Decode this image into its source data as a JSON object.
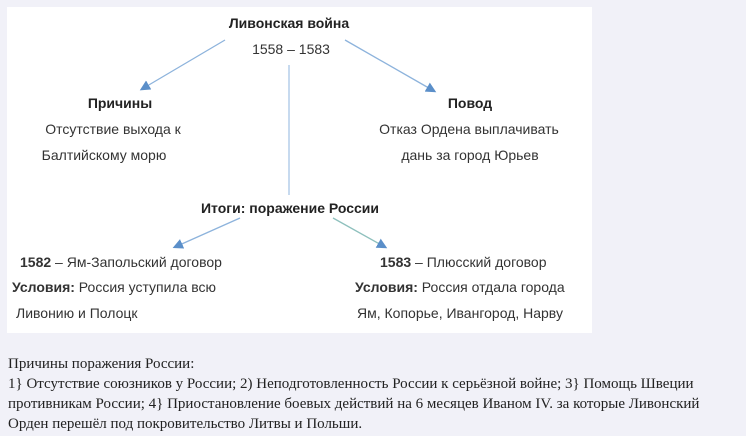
{
  "diagram": {
    "title": "Ливонская война",
    "years": "1558 – 1583",
    "causes": {
      "heading": "Причины",
      "line1": "Отсутствие выхода к",
      "line2": "Балтийскому морю"
    },
    "pretext": {
      "heading": "Повод",
      "line1": "Отказ Ордена выплачивать",
      "line2": "дань за город Юрьев"
    },
    "results": "Итоги: поражение России",
    "treaty1": {
      "year": "1582",
      "name": " – Ям-Запольский договор",
      "cond_label": "Условия:",
      "cond1": " Россия уступила всю",
      "cond2": "Ливонию и Полоцк"
    },
    "treaty2": {
      "year": "1583",
      "name": " – Плюсский договор",
      "cond_label": "Условия:",
      "cond1": " Россия отдала города",
      "cond2": "Ям, Копорье, Ивангород, Нарву"
    }
  },
  "notes": {
    "heading": "Причины поражения России:",
    "body": "1} Отсутствие союзников у России; 2) Неподготовленность России к серьёзной войне; 3} Помощь Швеции противникам России; 4} Приостановление боевых действий на 6 месяцев Иваном IV. за которые Ливонский Орден перешёл под покровительство Литвы и Польши."
  }
}
